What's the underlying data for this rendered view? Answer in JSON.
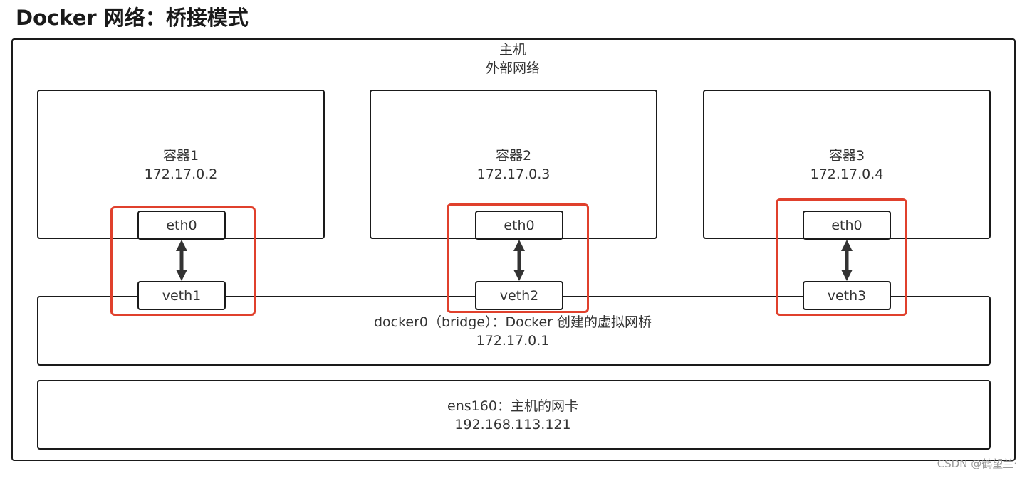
{
  "title": "Docker 网络：桥接模式",
  "host": {
    "line1": "主机",
    "line2": "外部网络"
  },
  "containers": [
    {
      "name": "容器1",
      "ip": "172.17.0.2",
      "eth": "eth0",
      "veth": "veth1"
    },
    {
      "name": "容器2",
      "ip": "172.17.0.3",
      "eth": "eth0",
      "veth": "veth2"
    },
    {
      "name": "容器3",
      "ip": "172.17.0.4",
      "eth": "eth0",
      "veth": "veth3"
    }
  ],
  "bridge": {
    "line1": "docker0（bridge）：Docker 创建的虚拟网桥",
    "line2": "172.17.0.1"
  },
  "nic": {
    "line1": "ens160：主机的网卡",
    "line2": "192.168.113.121"
  },
  "watermark": "CSDN @鹤望兰·",
  "colors": {
    "highlight": "#e0402c",
    "stroke": "#1a1a1a",
    "text": "#333333"
  }
}
